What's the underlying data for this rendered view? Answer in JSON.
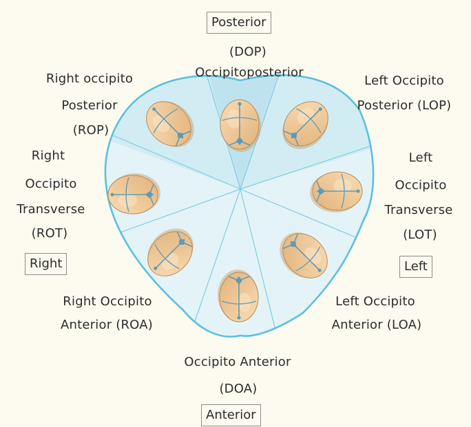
{
  "colors": {
    "background": "#fdfbf0",
    "outline": "#5bc0de",
    "posterior_fill": "#bfe3ee",
    "other_fill": "#e4f3f7",
    "skull": "#f0c995",
    "suture": "#5d9bb8"
  },
  "orientation": {
    "posterior": "Posterior",
    "anterior": "Anterior",
    "right": "Right",
    "left": "Left"
  },
  "positions": {
    "op_line1": "(DOP)",
    "op_line2": "Occipitoposterior",
    "rop_line1": "Right occipito",
    "rop_line2": "Posterior",
    "rop_line3": "(ROP)",
    "lop_line1": "Left Occipito",
    "lop_line2": "Posterior (LOP)",
    "rot_line1": "Right",
    "rot_line2": "Occipito",
    "rot_line3": "Transverse",
    "rot_line4": "(ROT)",
    "lot_line1": "Left",
    "lot_line2": "Occipito",
    "lot_line3": "Transverse",
    "lot_line4": "(LOT)",
    "roa_line1": "Right Occipito",
    "roa_line2": "Anterior (ROA)",
    "loa_line1": "Left Occipito",
    "loa_line2": "Anterior (LOA)",
    "oa_line1": "Occipito Anterior",
    "oa_line2": "(DOA)"
  },
  "heads": [
    {
      "position": "Occipitoposterior",
      "occiput_direction": "up"
    },
    {
      "position": "Left Occipito Posterior",
      "occiput_direction": "up-right"
    },
    {
      "position": "Left Occipito Transverse",
      "occiput_direction": "right"
    },
    {
      "position": "Left Occipito Anterior",
      "occiput_direction": "down-right"
    },
    {
      "position": "Occipito Anterior",
      "occiput_direction": "down"
    },
    {
      "position": "Right Occipito Anterior",
      "occiput_direction": "down-left"
    },
    {
      "position": "Right Occipito Transverse",
      "occiput_direction": "left"
    },
    {
      "position": "Right occipito Posterior",
      "occiput_direction": "up-left"
    }
  ]
}
